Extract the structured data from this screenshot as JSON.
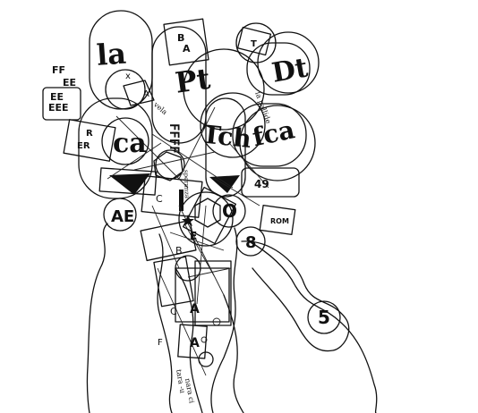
{
  "artwork": {
    "letters_large": [
      "la",
      "Pt",
      "Dt",
      "ca",
      "Tch",
      "fca",
      "AE",
      "O",
      "8",
      "5",
      "49"
    ],
    "letters_small": [
      "FF",
      "EE",
      "EEE",
      "EE",
      "R",
      "ER",
      "B",
      "A",
      "FFFF",
      "T",
      "x",
      "E",
      "B",
      "A",
      "A",
      "C",
      "F",
      "C",
      "A"
    ],
    "script_words": [
      "vela",
      "la pallide",
      "speranza",
      "ROM",
      "nara ci",
      "tara -u"
    ],
    "colors": {
      "ink": "#111111",
      "paper": "#ffffff"
    }
  }
}
